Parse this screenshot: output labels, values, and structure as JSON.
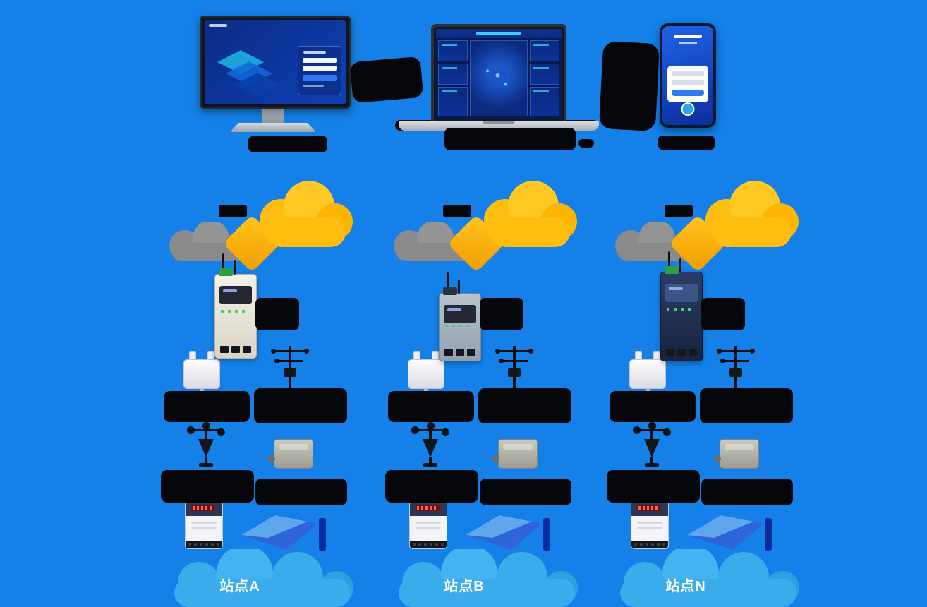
{
  "background_color": "#1480E8",
  "top_devices": {
    "monitor": {
      "name": "desktop-monitor"
    },
    "laptop": {
      "name": "laptop-dashboard"
    },
    "phone": {
      "name": "mobile-phone"
    }
  },
  "stations": [
    {
      "label": "站点A"
    },
    {
      "label": "站点B"
    },
    {
      "label": "站点N"
    }
  ],
  "colors": {
    "station_cloud": "#3AABEB",
    "cellular_cloud_yellow": "#FFC21A",
    "internet_cloud_gray": "#8A8A8A",
    "ink_blob": "#05060A",
    "device_screen_blue": "#0E3FB2",
    "flow_arrow_blue": "#2F63D8",
    "station_label_text": "#FFFFFF"
  }
}
